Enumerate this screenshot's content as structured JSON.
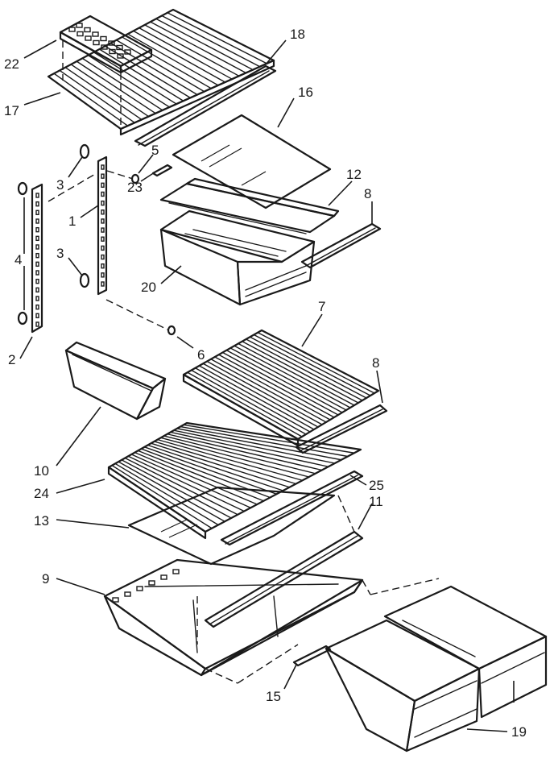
{
  "diagram": {
    "ink_color": "#1a1a1a",
    "background_color": "#ffffff",
    "callouts": [
      {
        "id": "c22",
        "label": "22"
      },
      {
        "id": "c17",
        "label": "17"
      },
      {
        "id": "c18",
        "label": "18"
      },
      {
        "id": "c16",
        "label": "16"
      },
      {
        "id": "c5",
        "label": "5"
      },
      {
        "id": "c3a",
        "label": "3"
      },
      {
        "id": "c1",
        "label": "1"
      },
      {
        "id": "c23",
        "label": "23"
      },
      {
        "id": "c12",
        "label": "12"
      },
      {
        "id": "c8a",
        "label": "8"
      },
      {
        "id": "c4",
        "label": "4"
      },
      {
        "id": "c3b",
        "label": "3"
      },
      {
        "id": "c20",
        "label": "20"
      },
      {
        "id": "c2",
        "label": "2"
      },
      {
        "id": "c6",
        "label": "6"
      },
      {
        "id": "c7",
        "label": "7"
      },
      {
        "id": "c8b",
        "label": "8"
      },
      {
        "id": "c10",
        "label": "10"
      },
      {
        "id": "c24",
        "label": "24"
      },
      {
        "id": "c25",
        "label": "25"
      },
      {
        "id": "c13",
        "label": "13"
      },
      {
        "id": "c11",
        "label": "11"
      },
      {
        "id": "c9",
        "label": "9"
      },
      {
        "id": "c15",
        "label": "15"
      },
      {
        "id": "c19",
        "label": "19"
      }
    ]
  }
}
